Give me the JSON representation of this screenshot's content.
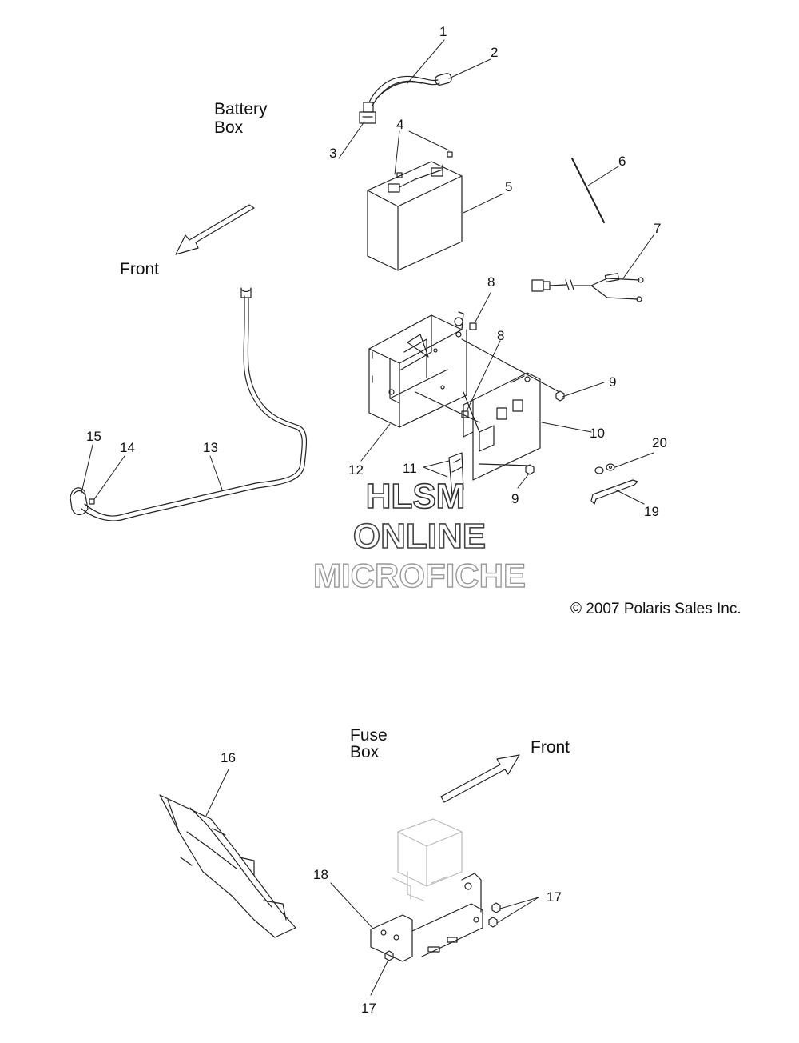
{
  "headings": {
    "battery_box_line1": "Battery",
    "battery_box_line2": "Box",
    "fuse_box_line1": "Fuse",
    "fuse_box_line2": "Box",
    "front_upper": "Front",
    "front_lower": "Front"
  },
  "copyright": "© 2007 Polaris Sales Inc.",
  "watermark": {
    "line1": "HLSM",
    "line2": "ONLINE",
    "line3": "MICROFICHE"
  },
  "callouts": {
    "c1": "1",
    "c2": "2",
    "c3": "3",
    "c4": "4",
    "c5": "5",
    "c6": "6",
    "c7": "7",
    "c8a": "8",
    "c8b": "8",
    "c9a": "9",
    "c9b": "9",
    "c10": "10",
    "c11": "11",
    "c12": "12",
    "c13": "13",
    "c14": "14",
    "c15": "15",
    "c16": "16",
    "c17a": "17",
    "c17b": "17",
    "c18": "18",
    "c19": "19",
    "c20": "20"
  },
  "colors": {
    "line": "#222222",
    "ghost": "#bbbbbb",
    "watermark_stroke": "#333333"
  }
}
